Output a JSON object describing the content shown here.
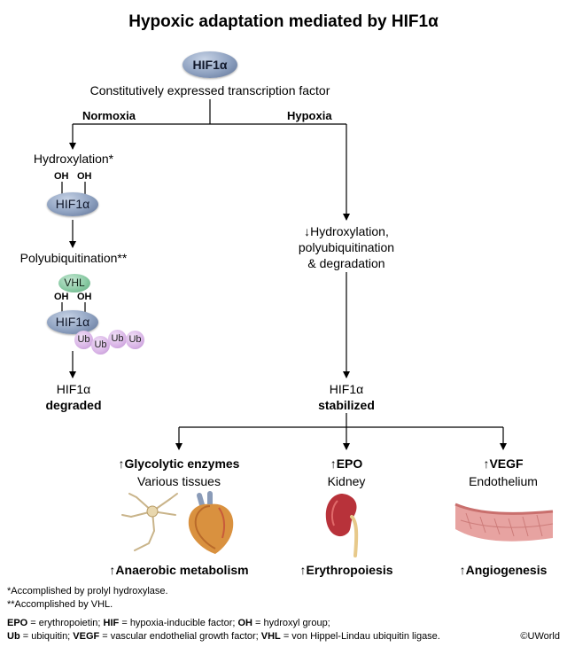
{
  "title": "Hypoxic adaptation mediated by HIF1α",
  "top": {
    "protein_label": "HIF1α",
    "description": "Constitutively expressed transcription factor"
  },
  "branches": {
    "normoxia_label": "Normoxia",
    "hypoxia_label": "Hypoxia"
  },
  "normoxia": {
    "step1": "Hydroxylation*",
    "oh": "OH",
    "protein_label": "HIF1α",
    "step2": "Polyubiquitination**",
    "vhl": "VHL",
    "ub": "Ub",
    "result_line1": "HIF1α",
    "result_line2": "degraded"
  },
  "hypoxia": {
    "step_line1": "↓Hydroxylation,",
    "step_line2": "polyubiquitination",
    "step_line3": "& degradation",
    "result_line1": "HIF1α",
    "result_line2": "stabilized"
  },
  "outcomes": [
    {
      "target": "↑Glycolytic enzymes",
      "tissue": "Various tissues",
      "effect": "↑Anaerobic metabolism"
    },
    {
      "target": "↑EPO",
      "tissue": "Kidney",
      "effect": "↑Erythropoiesis"
    },
    {
      "target": "↑VEGF",
      "tissue": "Endothelium",
      "effect": "↑Angiogenesis"
    }
  ],
  "footnotes": {
    "note1": "*Accomplished by prolyl hydroxylase.",
    "note2": "**Accomplished by VHL.",
    "abbr_line1": [
      {
        "b": "EPO",
        "t": " = erythropoietin; "
      },
      {
        "b": "HIF",
        "t": " = hypoxia-inducible factor; "
      },
      {
        "b": "OH",
        "t": " = hydroxyl group;"
      }
    ],
    "abbr_line2": [
      {
        "b": "Ub",
        "t": " = ubiquitin; "
      },
      {
        "b": "VEGF",
        "t": " = vascular endothelial growth factor; "
      },
      {
        "b": "VHL",
        "t": " = von Hippel-Lindau ubiquitin ligase."
      }
    ]
  },
  "copyright": "©UWorld",
  "colors": {
    "lines": "#000000",
    "hif_blob": "#8ea1c0",
    "ub": "#d8b3e6",
    "vhl": "#84c79f"
  }
}
